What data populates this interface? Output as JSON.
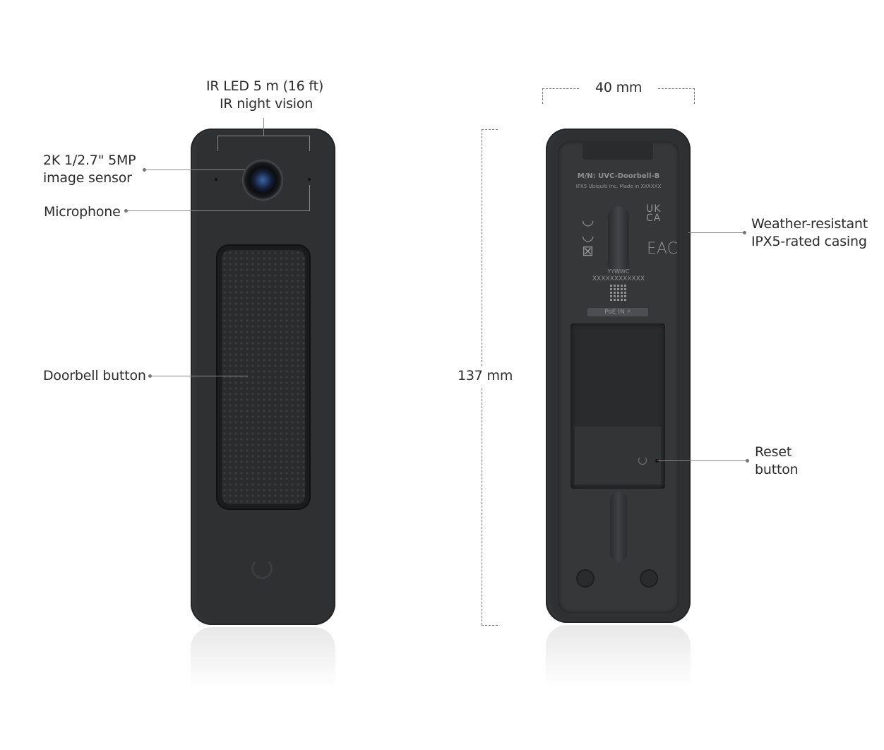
{
  "front": {
    "ir_led": {
      "line1": "IR LED 5 m (16 ft)",
      "line2": "IR night vision"
    },
    "sensor": {
      "line1": "2K 1/2.7\" 5MP",
      "line2": "image sensor"
    },
    "microphone": "Microphone",
    "doorbell_button": "Doorbell button"
  },
  "back": {
    "width": "40 mm",
    "height": "137 mm",
    "weather": {
      "line1": "Weather-resistant",
      "line2": "IPX5-rated casing"
    },
    "reset": {
      "line1": "Reset",
      "line2": "button"
    },
    "label": {
      "model": "M/N: UVC-Doorbell-B",
      "info": "IPX5   Ubiquiti Inc.   Made in XXXXXX",
      "date": "YYWWC",
      "serial": "XXXXXXXXXXXX",
      "poe": "PoE IN ⚡",
      "ukca1": "UK",
      "ukca2": "CA",
      "eac": "EAC"
    }
  }
}
